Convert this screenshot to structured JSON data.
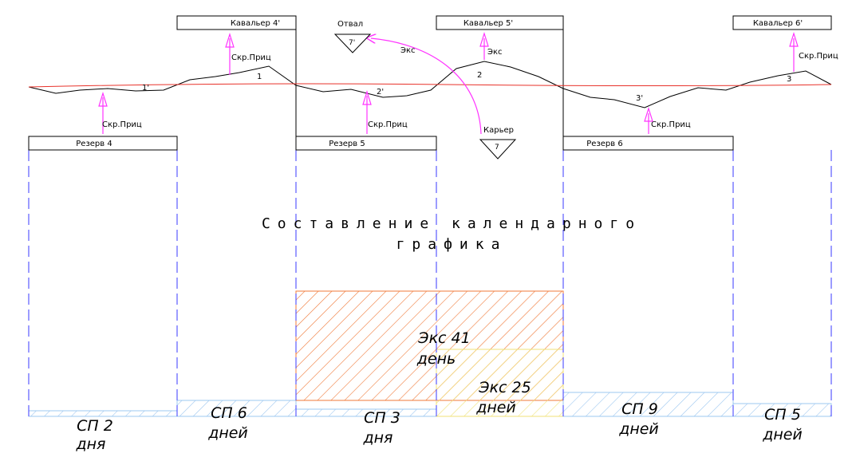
{
  "title": {
    "line1": "Составление календарного",
    "line2": "графика"
  },
  "spoils": [
    {
      "label": "Кавальер 4'"
    },
    {
      "label": "Кавальер 5'"
    },
    {
      "label": "Кавальер 6'"
    }
  ],
  "reserves": [
    {
      "label": "Резерв 4"
    },
    {
      "label": "Резерв 5"
    },
    {
      "label": "Резерв 6"
    }
  ],
  "dump": {
    "label": "Отвал",
    "mark": "7'"
  },
  "quarry": {
    "label": "Карьер",
    "mark": "7"
  },
  "arrows": {
    "scraper": "Скр.Приц",
    "excavator": "Экс"
  },
  "section_numbers": [
    "1",
    "1'",
    "2",
    "2'",
    "3",
    "3'"
  ],
  "schedule": {
    "sp2": {
      "name": "СП 2",
      "days": "дня"
    },
    "sp6": {
      "name": "СП 6",
      "days": "дней"
    },
    "sp3": {
      "name": "СП 3",
      "days": "дня"
    },
    "sp9": {
      "name": "СП 9",
      "days": "дней"
    },
    "sp5": {
      "name": "СП 5",
      "days": "дней"
    },
    "exc41": {
      "name": "Экс 41",
      "days": "день"
    },
    "exc25": {
      "name": "Экс 25",
      "days": "дней"
    }
  },
  "colors": {
    "ground_line": "#e8322a",
    "arrow": "#ff33ff",
    "column_line": "#3a3aff",
    "hatch_blue": "#9ec8f0",
    "hatch_red": "#f07a3a",
    "hatch_yellow": "#f0e27a"
  }
}
